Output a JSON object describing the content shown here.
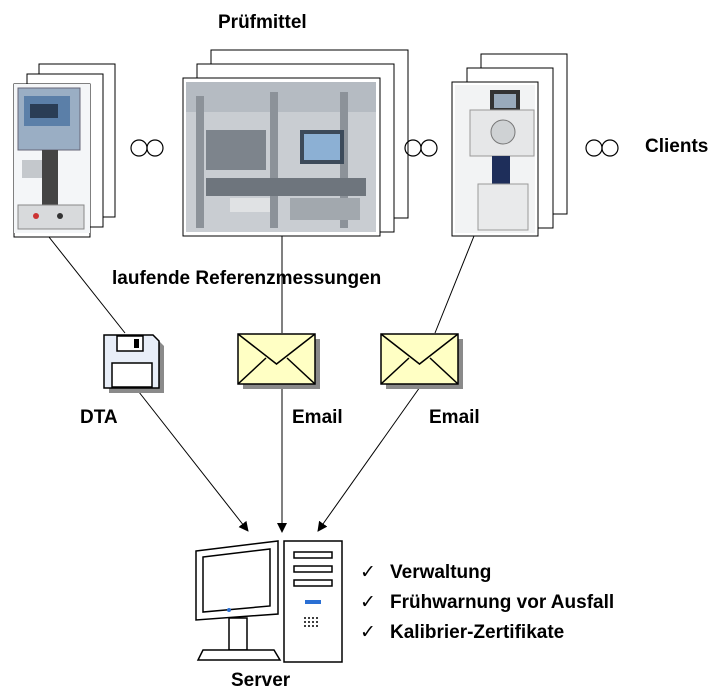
{
  "title": "Prüfmittel",
  "clients_label": "Clients",
  "reference_label": "laufende Referenzmessungen",
  "transfer": {
    "dta_label": "DTA",
    "email_label_1": "Email",
    "email_label_2": "Email"
  },
  "server_label": "Server",
  "server_features": [
    "Verwaltung",
    "Frühwarnung vor Ausfall",
    "Kalibrier-Zertifikate"
  ],
  "check_glyph": "✓",
  "ellipsis_glyph": "○○",
  "colors": {
    "envelope_fill": "#ffffc4",
    "line": "#000000",
    "shadow": "#8a8a8a",
    "disk_fill": "#e8eef8"
  },
  "icons": [
    "floppy-disk-icon",
    "envelope-icon",
    "computer-monitor-icon",
    "tower-pc-icon"
  ]
}
